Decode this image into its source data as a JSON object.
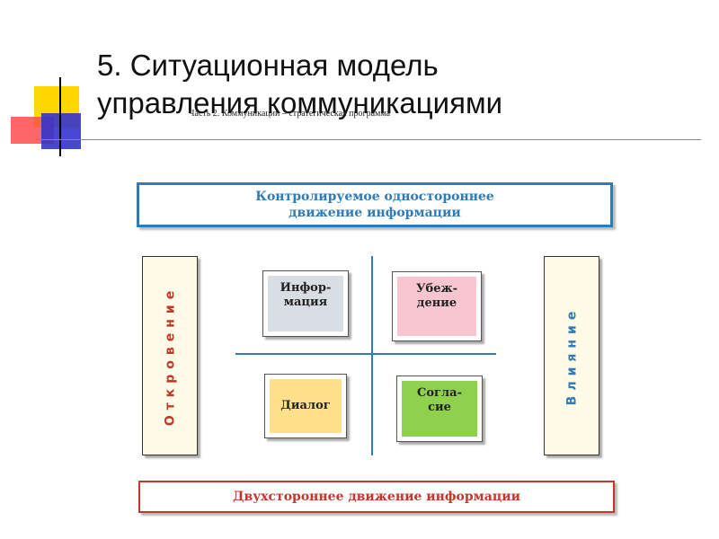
{
  "slide": {
    "title_line1": "5. Ситуационная модель",
    "title_line2": "управления коммуникациями",
    "overlay_text": "Часть 2. Коммуникации – стратегическая программа"
  },
  "diagram": {
    "top_banner_line1": "Контролируемое одностороннее",
    "top_banner_line2": "движение информации",
    "bottom_banner": "Двухстороннее движение информации",
    "left_label": "Откровение",
    "right_label": "Влияние",
    "cells": [
      {
        "line1": "Инфор-",
        "line2": "мация",
        "color": "#d9dde4"
      },
      {
        "line1": "Убеж-",
        "line2": "дение",
        "color": "#f7c6d0"
      },
      {
        "line1": "Диалог",
        "line2": "",
        "color": "#ffe08a"
      },
      {
        "line1": "Согла-",
        "line2": "сие",
        "color": "#8fd14f"
      }
    ]
  },
  "colors": {
    "blue": "#2f7cb8",
    "red": "#c0392b"
  }
}
